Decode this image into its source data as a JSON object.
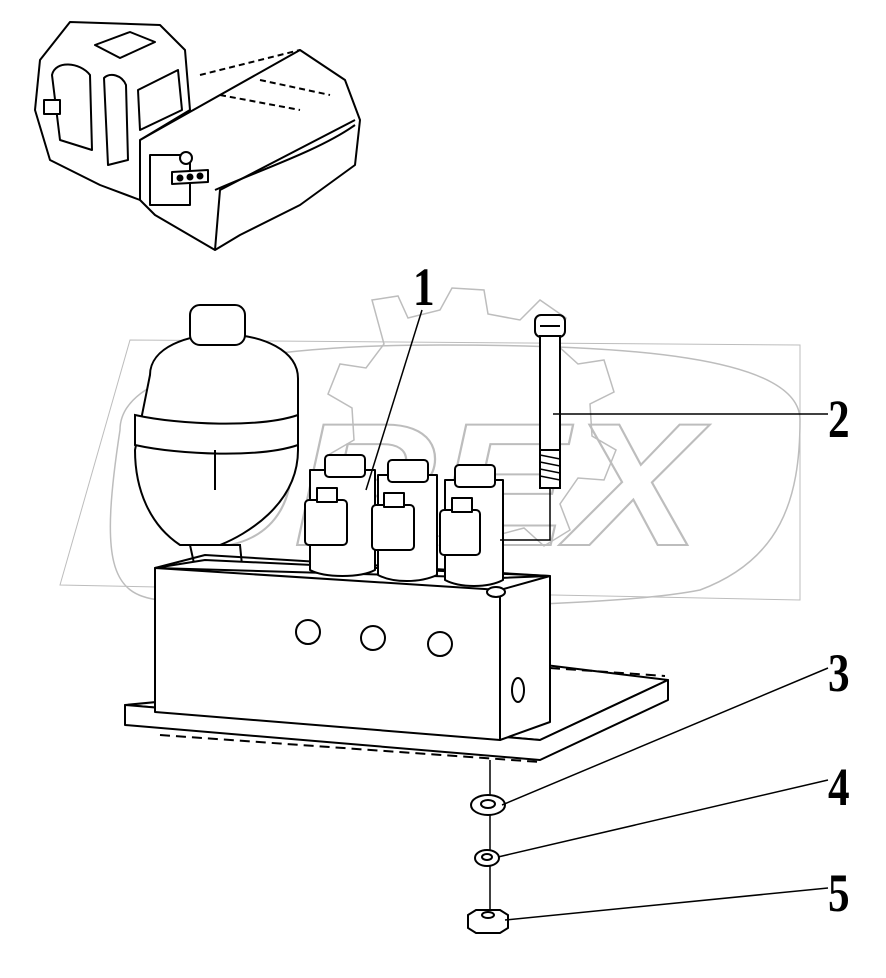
{
  "watermark": {
    "text": "OREX"
  },
  "callouts": [
    {
      "id": "1",
      "label": "1"
    },
    {
      "id": "2",
      "label": "2"
    },
    {
      "id": "3",
      "label": "3"
    },
    {
      "id": "4",
      "label": "4"
    },
    {
      "id": "5",
      "label": "5"
    }
  ],
  "colors": {
    "line": "#000000",
    "watermark": "#b8b8b8",
    "background": "#ffffff"
  }
}
